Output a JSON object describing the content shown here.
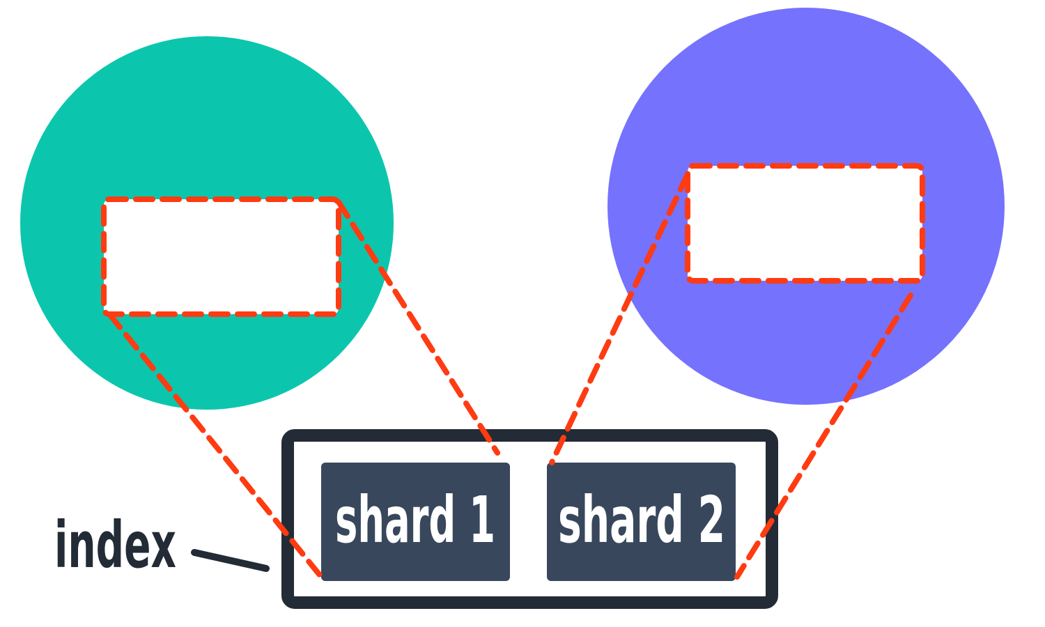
{
  "diagram": {
    "index_label": "index",
    "shards": [
      {
        "label": "shard 1"
      },
      {
        "label": "shard 2"
      }
    ]
  },
  "colors": {
    "node_1": "#0bc6ad",
    "node_2": "#7572fe",
    "dash_line": "#ff3b12",
    "index_border": "#232b36",
    "shard_fill": "#38475c",
    "index_text": "#232b36",
    "shard_text": "#ffffff"
  }
}
